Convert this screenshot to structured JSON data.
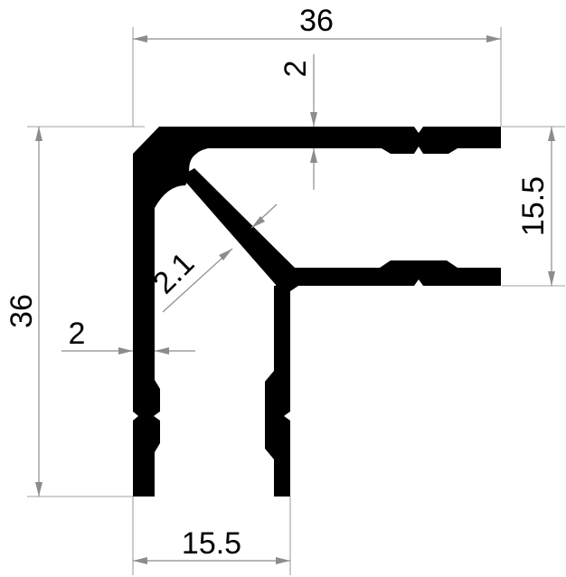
{
  "drawing": {
    "profile_color": "#000000",
    "dimension_color": "#8c8c8c",
    "dimensions": {
      "top_width": "36",
      "top_wall_thickness": "2",
      "right_height": "15.5",
      "diagonal_web_thickness": "2.1",
      "left_height": "36",
      "left_wall_thickness": "2",
      "bottom_width": "15.5"
    }
  }
}
